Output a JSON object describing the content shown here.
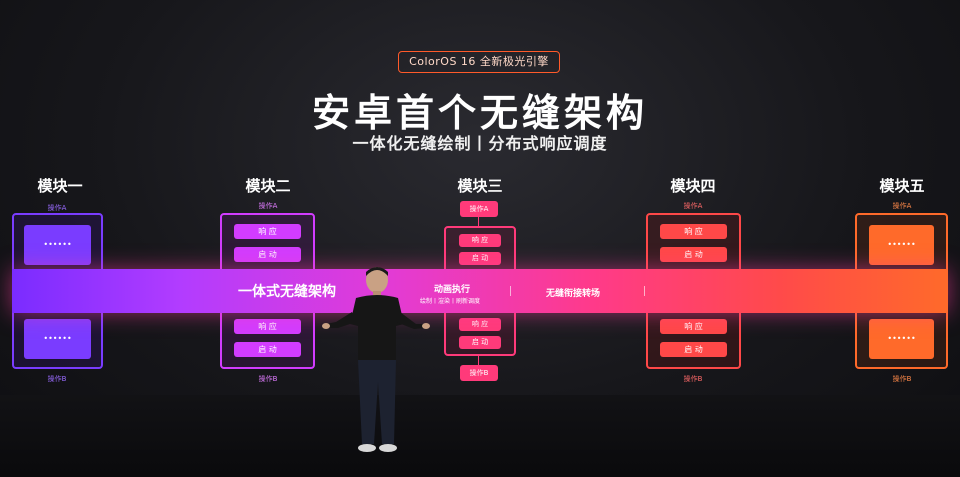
{
  "badge": "ColorOS 16 全新极光引擎",
  "title": "安卓首个无缝架构",
  "subtitle": "一体化无缝绘制丨分布式响应调度",
  "modules": [
    {
      "title": "模块一",
      "op_a": "操作A",
      "op_b": "操作B",
      "dots": "••••••"
    },
    {
      "title": "模块二",
      "op_a": "操作A",
      "op_b": "操作B",
      "pill_1": "响 应",
      "pill_2": "启 动"
    },
    {
      "title": "模块三",
      "op_a": "操作A",
      "op_b": "操作B",
      "pill_1": "响 应",
      "pill_2": "启 动"
    },
    {
      "title": "模块四",
      "op_a": "操作A",
      "op_b": "操作B",
      "pill_1": "响 应",
      "pill_2": "启 动"
    },
    {
      "title": "模块五",
      "op_a": "操作A",
      "op_b": "操作B",
      "dots": "••••••"
    }
  ],
  "band": {
    "label_main": "一体式无缝架构",
    "label_anim": "动画执行",
    "label_anim_sub": "绘制丨渲染丨刷新调度",
    "label_transition": "无缝衔接转场"
  },
  "colors": {
    "m1": "#7a3cff",
    "m2": "#d23cff",
    "m3": "#ff3a7a",
    "m4": "#ff4848",
    "m5": "#ff6a2a",
    "band_start": "#7a2cff",
    "band_end": "#ff6a2a",
    "badge_border": "#ff5a2a"
  }
}
